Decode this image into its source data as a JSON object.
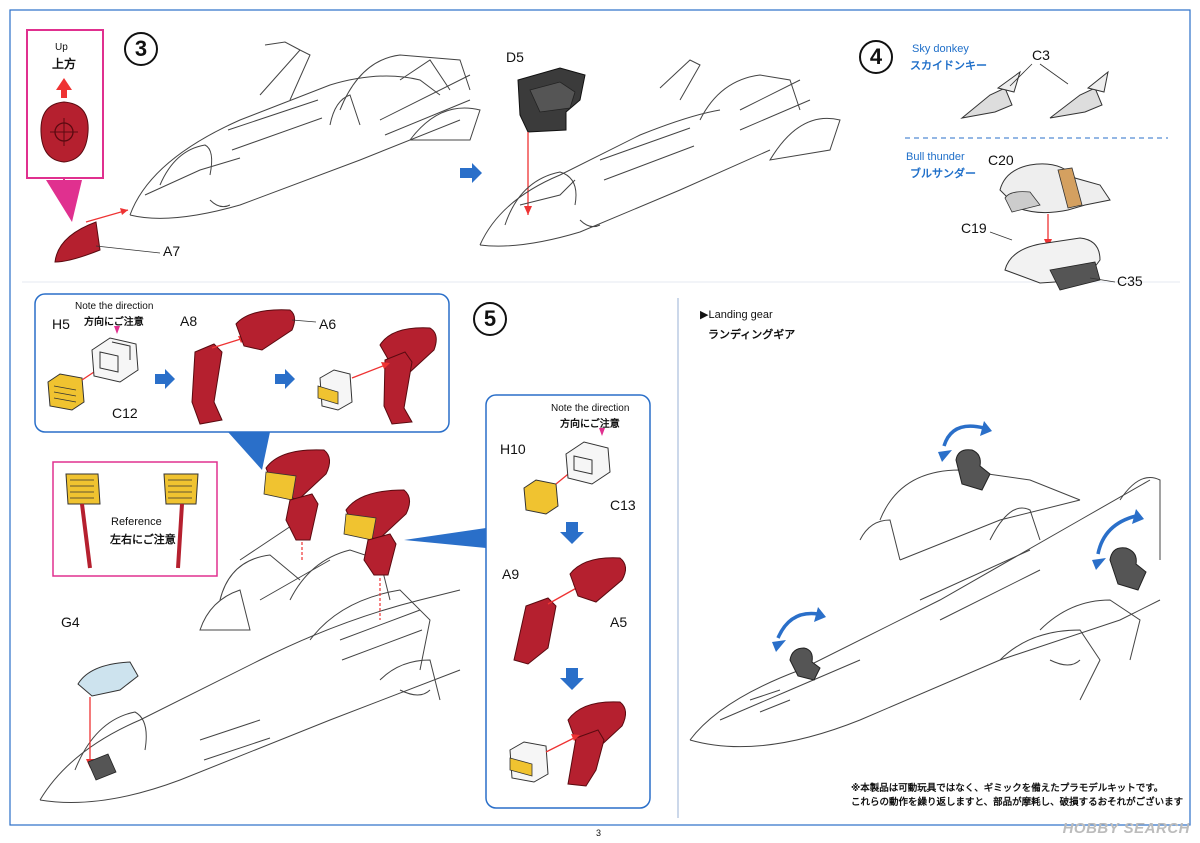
{
  "page": {
    "number": "3"
  },
  "steps": {
    "s3": "3",
    "s4": "4",
    "s5": "5"
  },
  "up_label": {
    "en": "Up",
    "jp": "上方"
  },
  "parts": {
    "a7": "A7",
    "d5": "D5",
    "c3": "C3",
    "c20": "C20",
    "c19": "C19",
    "c35": "C35",
    "h5": "H5",
    "c12": "C12",
    "a8": "A8",
    "a6": "A6",
    "h10": "H10",
    "c13": "C13",
    "a9": "A9",
    "a5": "A5",
    "g4": "G4"
  },
  "variants": {
    "sky_donkey_en": "Sky donkey",
    "sky_donkey_jp": "スカイドンキー",
    "bull_thunder_en": "Bull thunder",
    "bull_thunder_jp": "ブルサンダー"
  },
  "notes": {
    "direction_en": "Note the direction",
    "direction_jp": "方向にご注意",
    "reference_en": "Reference",
    "reference_jp": "左右にご注意"
  },
  "landing_gear": {
    "en": "Landing gear",
    "jp": "ランディングギア"
  },
  "notice": {
    "line1": "※本製品は可動玩具ではなく、ギミックを備えたプラモデルキットです。",
    "line2": "これらの動作を繰り返しますと、部品が摩耗し、破損するおそれがございます"
  },
  "watermark": "HOBBY SEARCH",
  "colors": {
    "red": "#b5202f",
    "yellow": "#f0c330",
    "blue": "#2a6fc9",
    "magenta": "#e0308f",
    "dark": "#333333"
  }
}
